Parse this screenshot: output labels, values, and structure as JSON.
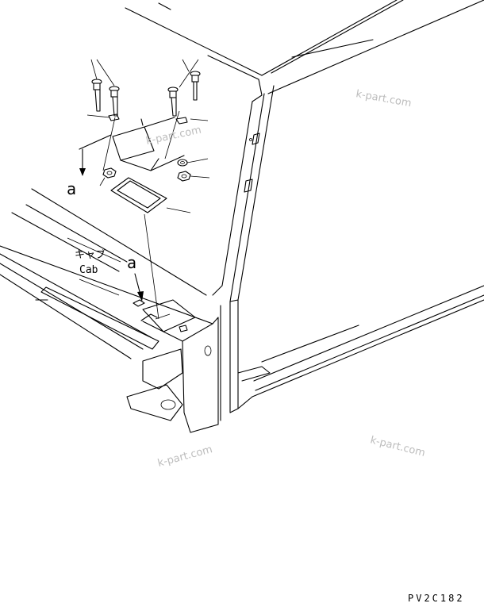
{
  "labels": {
    "callout_a_upper": "a",
    "callout_a_lower": "a",
    "cab_jp": "キャブ",
    "cab_en": "Cab",
    "drawing_code": "PV2C182"
  },
  "watermarks": [
    "k-part.com",
    "k-part.com",
    "k-part.com",
    "k-part.com"
  ]
}
